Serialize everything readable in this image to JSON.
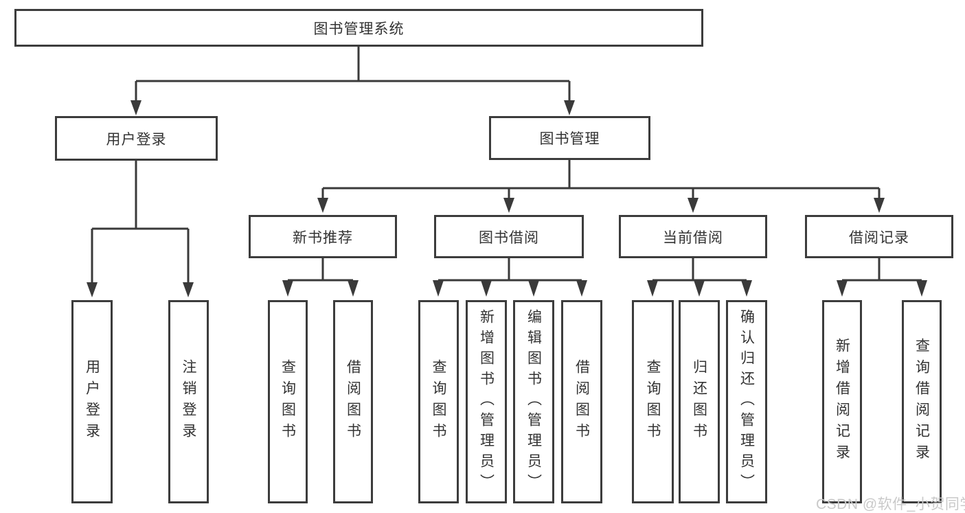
{
  "tree": {
    "label": "图书管理系统",
    "children": [
      {
        "label": "用户登录",
        "children": [
          {
            "label": "用户登录"
          },
          {
            "label": "注销登录"
          }
        ]
      },
      {
        "label": "图书管理",
        "children": [
          {
            "label": "新书推荐",
            "children": [
              {
                "label": "查询图书"
              },
              {
                "label": "借阅图书"
              }
            ]
          },
          {
            "label": "图书借阅",
            "children": [
              {
                "label": "查询图书"
              },
              {
                "label": "新增图书（管理员）"
              },
              {
                "label": "编辑图书（管理员）"
              },
              {
                "label": "借阅图书"
              }
            ]
          },
          {
            "label": "当前借阅",
            "children": [
              {
                "label": "查询图书"
              },
              {
                "label": "归还图书"
              },
              {
                "label": "确认归还（管理员）"
              }
            ]
          },
          {
            "label": "借阅记录",
            "children": [
              {
                "label": "新增借阅记录"
              },
              {
                "label": "查询借阅记录"
              }
            ]
          }
        ]
      }
    ]
  },
  "watermark": {
    "text": "CSDN @软件_小贺同学"
  },
  "colors": {
    "line": "#3a3a3a",
    "border": "#3c3c3c",
    "text": "#333333",
    "watermark": "#c9c9c9",
    "background": "#ffffff"
  }
}
